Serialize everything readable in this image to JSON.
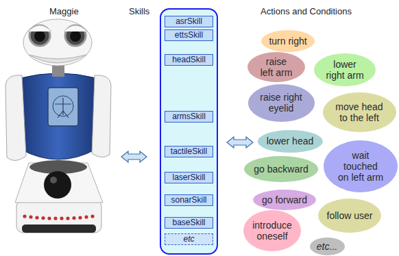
{
  "diagram": {
    "nodes": [
      {
        "text": [
          "Skills"
        ]
      },
      {
        "text": [
          "asrSkill"
        ],
        "in": 0
      },
      {
        "text": [
          "ettsSkill"
        ],
        "in": 0
      },
      {
        "text": [
          "headSkill"
        ],
        "in": 0
      },
      {
        "text": [
          "armsSkill"
        ],
        "in": 0
      },
      {
        "text": [
          "tactileSkill"
        ],
        "in": 0
      },
      {
        "text": [
          "laserSkill"
        ],
        "in": 0
      },
      {
        "text": [
          "sonarSkill"
        ],
        "in": 0
      },
      {
        "text": [
          "baseSkill"
        ],
        "in": 0
      },
      {
        "text": [
          "etc"
        ],
        "in": 0
      },
      {
        "text": [
          "turn right"
        ]
      },
      {
        "text": [
          "raise left arm"
        ]
      },
      {
        "text": [
          "lower right arm"
        ]
      },
      {
        "text": [
          "raise right eyelid"
        ]
      },
      {
        "text": [
          "move head to the left"
        ]
      },
      {
        "text": [
          "lower head"
        ]
      },
      {
        "text": [
          "wait touched on left arm"
        ]
      },
      {
        "text": [
          "go backward"
        ]
      },
      {
        "text": [
          "go forward"
        ]
      },
      {
        "text": [
          "follow user"
        ]
      },
      {
        "text": [
          "introduce oneself"
        ]
      },
      {
        "text": [
          "etc..."
        ]
      }
    ],
    "labels": [
      "Maggie",
      "Actions and Conditions"
    ]
  }
}
